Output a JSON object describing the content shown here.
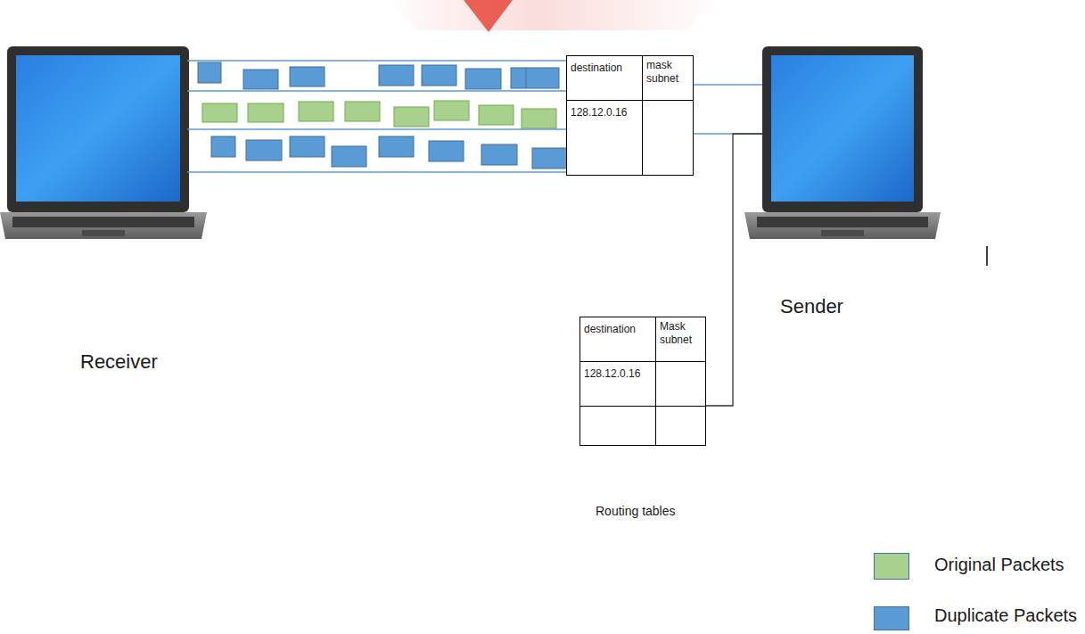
{
  "diagram": {
    "nodes": [
      {
        "text": [
          "Receiver"
        ]
      },
      {
        "text": [
          "Sender"
        ]
      },
      {
        "text": [
          "destination",
          "mask subnet",
          "128.12.0.16"
        ]
      },
      {
        "text": [
          "destination",
          "Mask subnet",
          "128.12.0.16"
        ]
      }
    ],
    "edges": [
      {
        "from": 0,
        "to": 2,
        "arrow": "none"
      },
      {
        "from": 0,
        "to": 2,
        "arrow": "none"
      },
      {
        "from": 0,
        "to": 2,
        "arrow": "none"
      },
      {
        "from": 0,
        "to": 2,
        "arrow": "none"
      },
      {
        "from": 2,
        "to": 1,
        "arrow": "none"
      },
      {
        "from": 2,
        "to": 1,
        "arrow": "none"
      },
      {
        "from": 3,
        "to": 1,
        "arrow": "none"
      }
    ],
    "labels": [
      "Routing tables"
    ],
    "legend": [
      {
        "text": "Original Packets",
        "color": "#a9d18e"
      },
      {
        "text": "Duplicate Packets",
        "color": "#5b9bd5"
      }
    ]
  }
}
